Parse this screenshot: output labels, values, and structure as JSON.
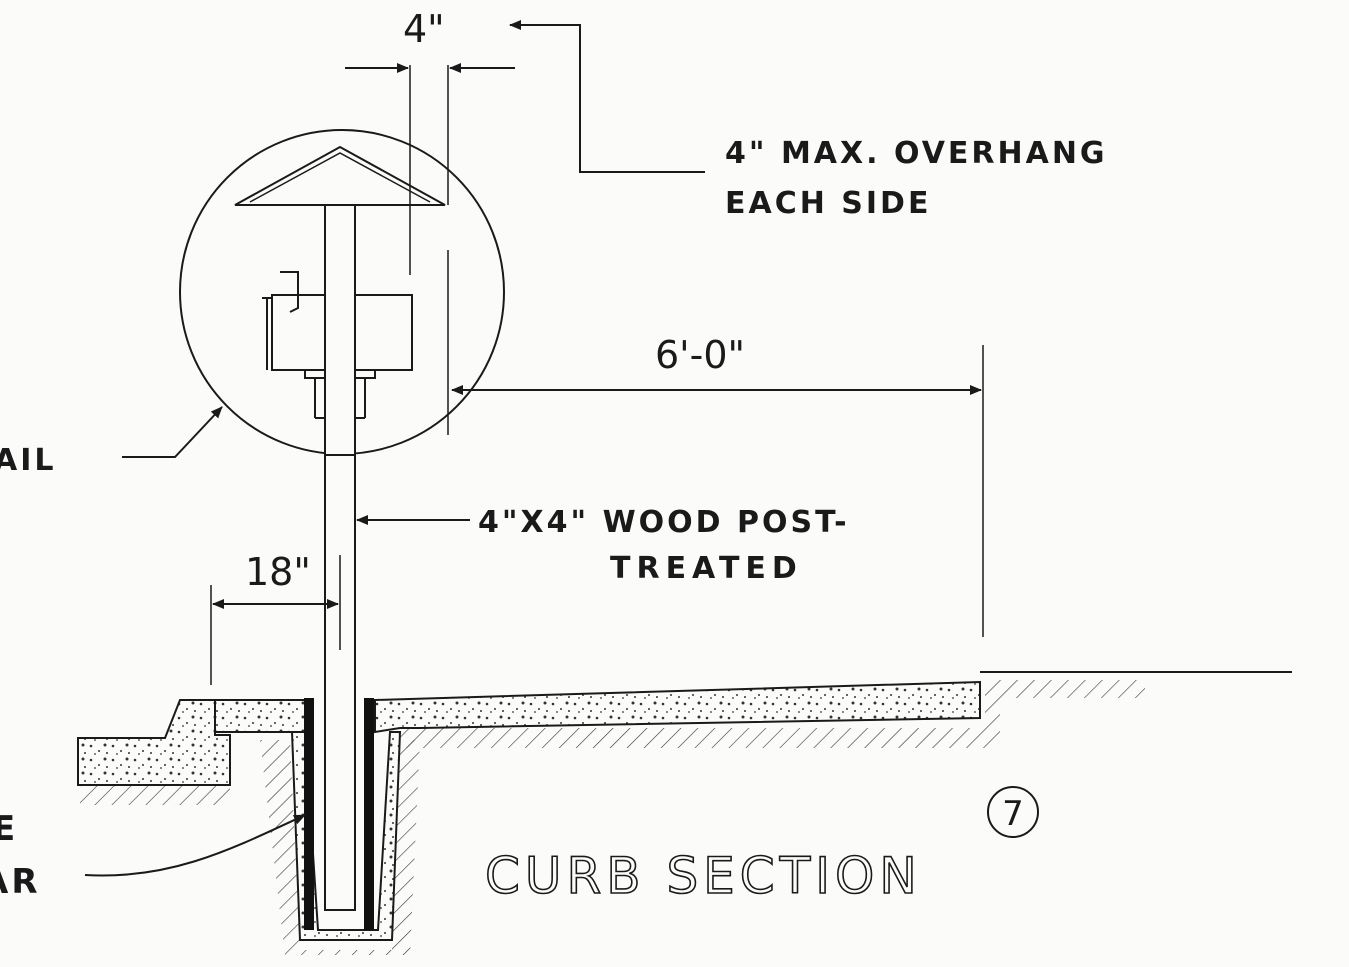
{
  "dimensions": {
    "overhang_gap": "4\"",
    "post_offset": "6'-0\"",
    "edge_clearance": "18\""
  },
  "notes": {
    "overhang_line1": "4\" MAX. OVERHANG",
    "overhang_line2": "EACH SIDE",
    "post_line1": "4\"X4\" WOOD POST-",
    "post_line2": "TREATED",
    "detail_partial": "AIL",
    "rebar_partial_1": "E",
    "rebar_partial_2": "AR"
  },
  "section_title": "CURB SECTION",
  "detail_number": "7"
}
